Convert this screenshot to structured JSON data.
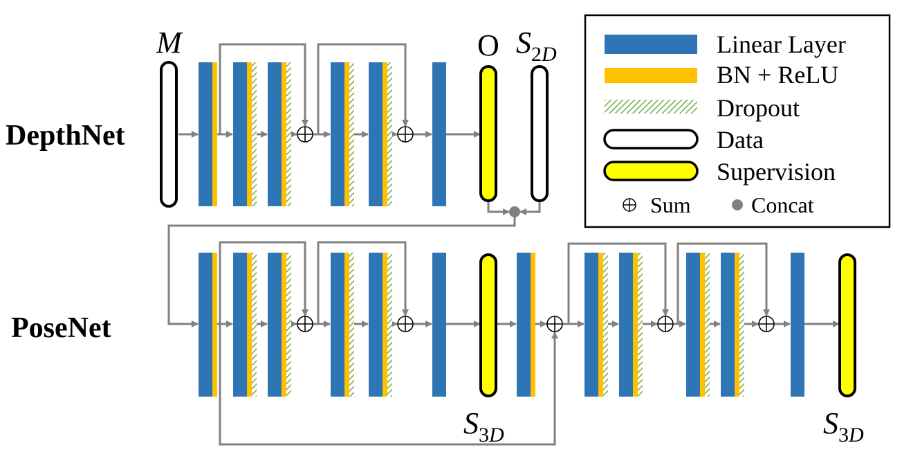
{
  "networks": {
    "depthnet": "DepthNet",
    "posenet": "PoseNet"
  },
  "labels": {
    "input_m": "M",
    "output_o": "O",
    "s2d_main": "S",
    "s2d_sub": "2",
    "s2d_sub_italic": "D",
    "s3d_main": "S",
    "s3d_sub": "3",
    "s3d_sub_italic": "D"
  },
  "legend": {
    "linear_layer": "Linear Layer",
    "bn_relu": "BN + ReLU",
    "dropout": "Dropout",
    "data": "Data",
    "supervision": "Supervision",
    "sum": "Sum",
    "concat": "Concat",
    "sum_symbol": "⊕"
  },
  "colors": {
    "linear": "#2e75b6",
    "bn_relu": "#ffc000",
    "dropout": "#70ad47",
    "supervision": "#ffff00",
    "arrow": "#808080"
  }
}
